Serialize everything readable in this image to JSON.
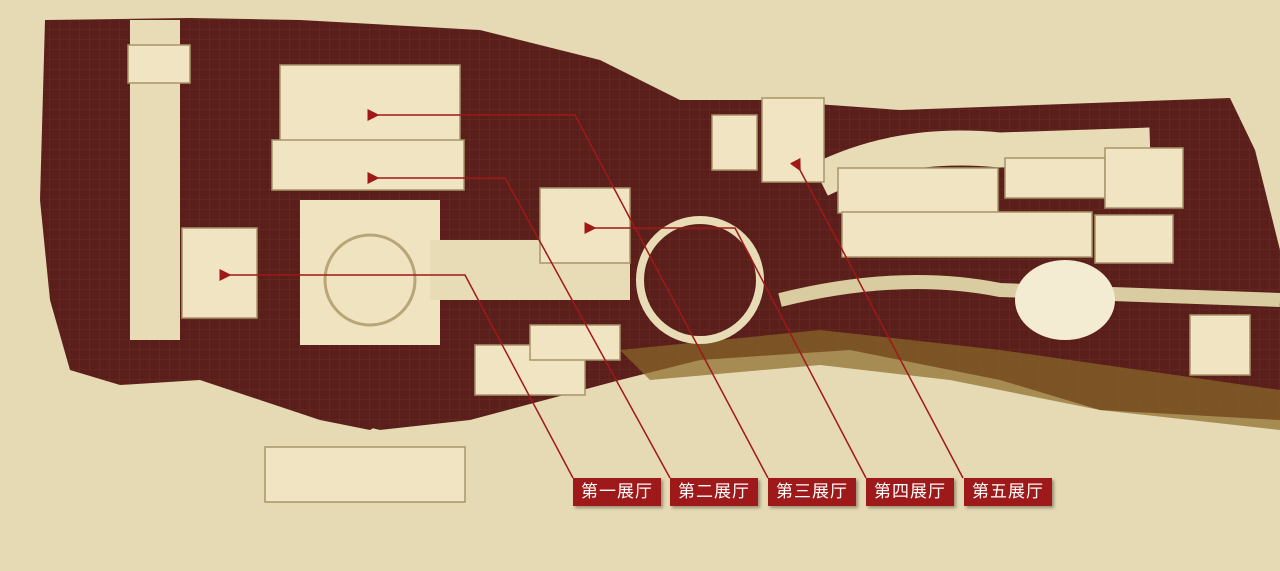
{
  "halls": [
    {
      "label": "第一展厅"
    },
    {
      "label": "第二展厅"
    },
    {
      "label": "第三展厅"
    },
    {
      "label": "第四展厅"
    },
    {
      "label": "第五展厅"
    }
  ],
  "colors": {
    "background": "#e6dab4",
    "ground": "#5a1f1a",
    "label": "#9e1a1a",
    "building": "#efe3c0",
    "garden": "#8a6a2a"
  }
}
